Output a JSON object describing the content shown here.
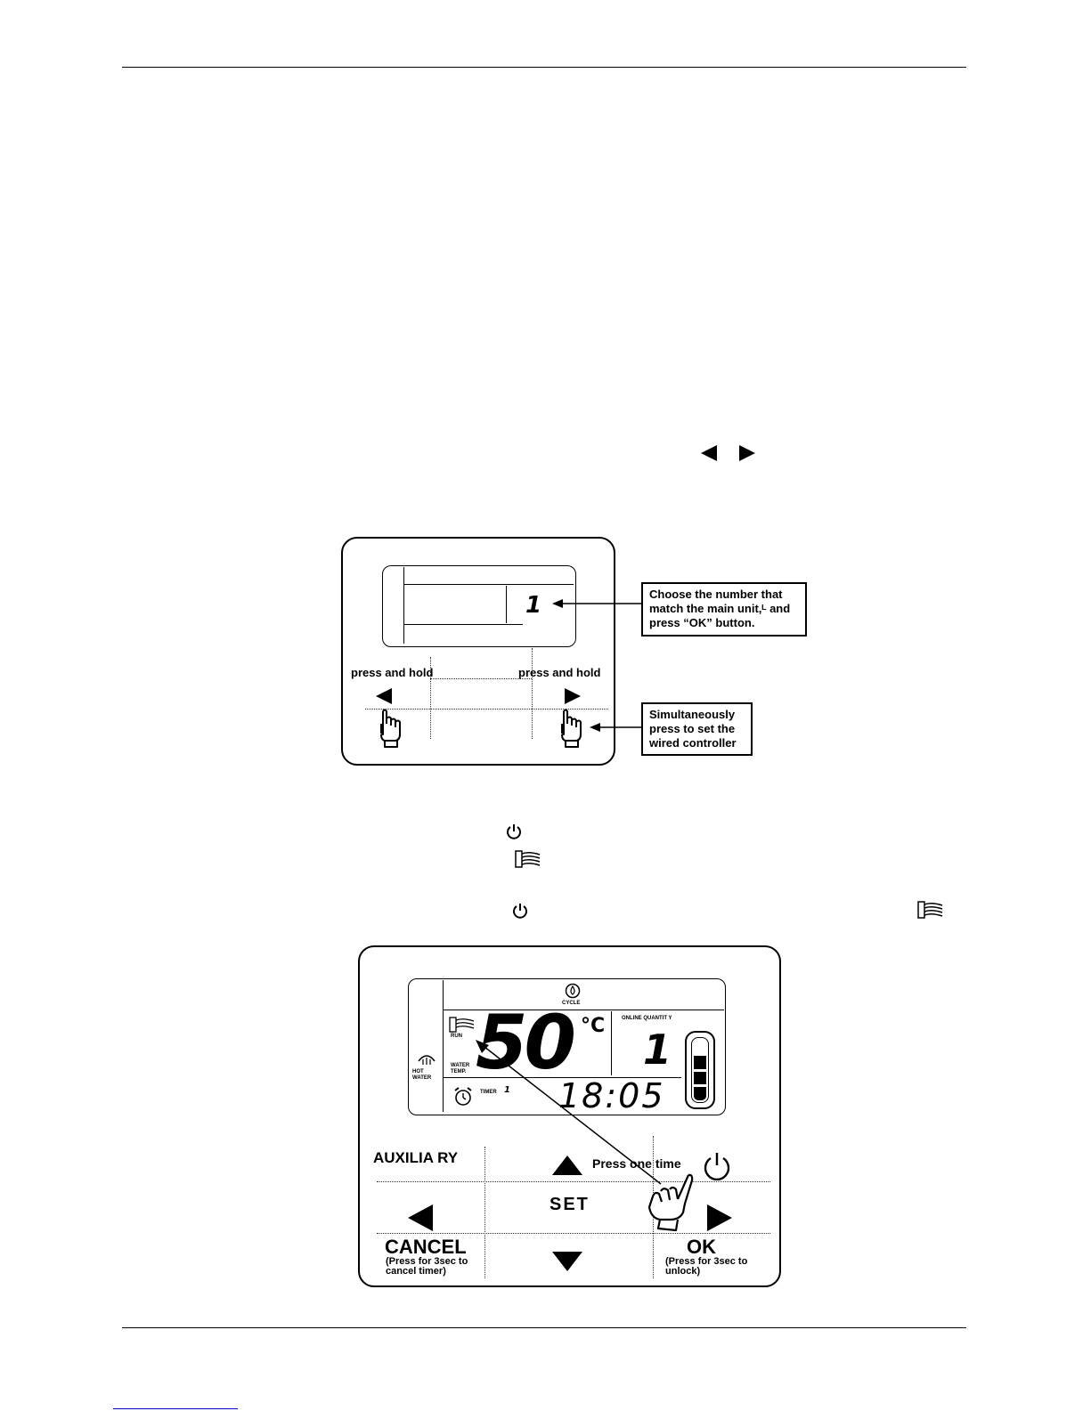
{
  "diagram1": {
    "callout_choose": "Choose the number that match the main unit,ᴸ and press “OK” button.",
    "callout_simul": "Simultaneously press to set the wired controller",
    "lcd_digit": "1",
    "press_hold_left": "press and hold",
    "press_hold_right": "press and hold",
    "hand_icon": "pointing-hand-icon"
  },
  "diagram2": {
    "cycle_label": "CYCLE",
    "run_label": "RUN",
    "hot_water_label": "HOT WATER",
    "water_temp_label": "WATER TEMP.",
    "temperature": "50",
    "temp_unit": "°C",
    "online_quantity_label": "ONLINE QUANTIT Y",
    "online_quantity_value": "1",
    "timer_label": "TIMER",
    "timer_value": "1",
    "clock": "18:05",
    "battery_level": 0.75,
    "auxiliary_label": "AUXILIA RY",
    "set_label": "SET",
    "cancel_label": "CANCEL",
    "cancel_note": "(Press for 3sec to cancel timer)",
    "ok_label": "OK",
    "ok_note": "(Press for 3sec to unlock)",
    "press_one_time": "Press one time"
  },
  "icons": {
    "power": "power-icon",
    "run": "run-icon",
    "left": "left-triangle-icon",
    "right": "right-triangle-icon"
  }
}
